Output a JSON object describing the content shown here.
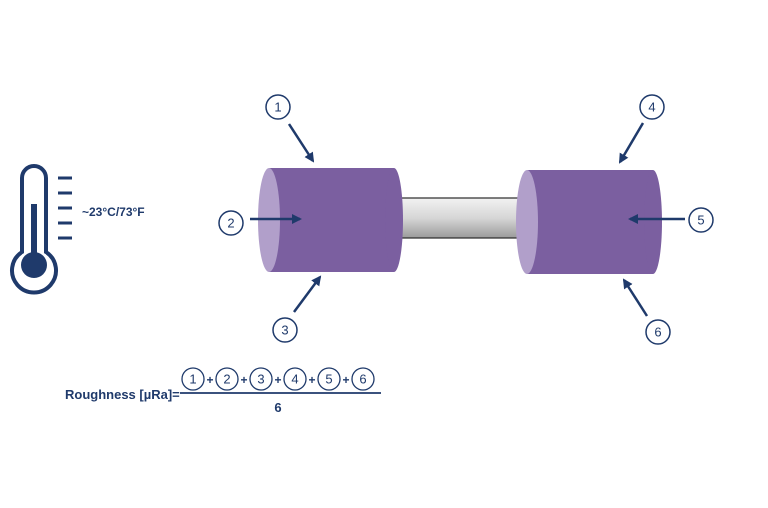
{
  "temperature": {
    "label": "~23°C/73°F",
    "icon": "thermometer-icon"
  },
  "points": [
    {
      "label": "1"
    },
    {
      "label": "2"
    },
    {
      "label": "3"
    },
    {
      "label": "4"
    },
    {
      "label": "5"
    },
    {
      "label": "6"
    }
  ],
  "formula": {
    "lhs": "Roughness [µRa]=",
    "operator": "+",
    "numerator": [
      "1",
      "2",
      "3",
      "4",
      "5",
      "6"
    ],
    "denominator": "6"
  },
  "colors": {
    "cylinder": "#7b5fa0",
    "cylinder_end": "#b19fca",
    "navy": "#1f3a6b",
    "shaft": "#d6d6d6"
  }
}
